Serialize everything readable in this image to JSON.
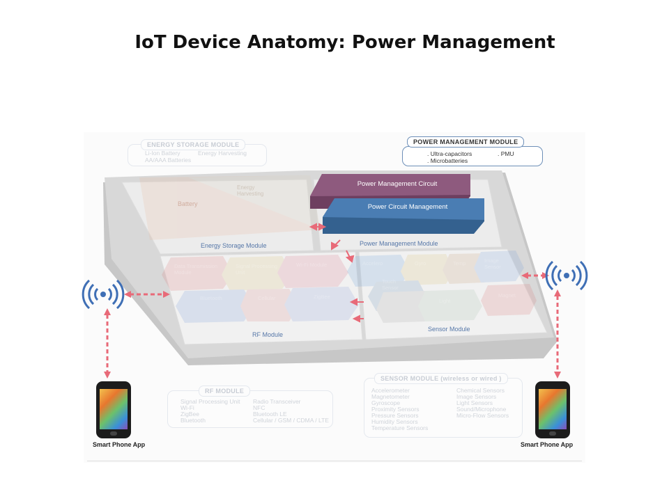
{
  "title": "IoT Device Anatomy: Power Management",
  "energy_storage_legend": {
    "header": "ENERGY STORAGE MODULE",
    "items": [
      "Li-Ion Battery",
      "Energy Harvesting",
      "AA/AAA Batteries"
    ]
  },
  "power_management_legend": {
    "header": "POWER MANAGEMENT MODULE",
    "items": [
      ". Ultra-capacitors",
      ". PMU",
      ". Microbatteries"
    ]
  },
  "board": {
    "energy_storage_module_label": "Energy Storage Module",
    "power_management_module_label": "Power Management Module",
    "rf_module_label": "RF Module",
    "sensor_module_label": "Sensor Module",
    "battery_label": "Battery",
    "energy_harvesting_label": "Energy Harvesting",
    "power_management_circuit_label": "Power Management Circuit",
    "power_circuit_management_label": "Power Circuit Management",
    "rf_blocks": [
      "Data Transmission Module",
      "Signal Processing Unit",
      "Wi-Fi Module",
      "Bluetooth",
      "Cellular",
      "ZigBee"
    ],
    "sensor_blocks": [
      "Accelero",
      "Gyro",
      "Temp",
      "Image Sensor",
      "Touch Sensor",
      "Light",
      "Magnet"
    ]
  },
  "rf_legend": {
    "header": "RF MODULE",
    "items": [
      "Signal Processing Unit",
      "Radio Transceiver",
      "Wi-Fi",
      "Bluetooth",
      "ZigBee",
      "NFC",
      "Bluetooth LE",
      "Cellular / GSM / CDMA / LTE"
    ]
  },
  "sensor_legend": {
    "header": "SENSOR MODULE (wireless or wired )",
    "items": [
      "Accelerometer",
      "Magnetometer",
      "Gyroscope",
      "Proximity Sensors",
      "Pressure Sensors",
      "Humidity Sensors",
      "Temperature Sensors",
      "Chemical Sensors",
      "Image Sensors",
      "Light Sensors",
      "Sound/Microphone",
      "Micro-Flow Sensors"
    ]
  },
  "phone_left_label": "Smart Phone App",
  "phone_right_label": "Smart Phone App",
  "colors": {
    "power_management_circuit": "#8e5a7e",
    "power_circuit_management": "#4a7db3",
    "arrow": "#e86a78",
    "wireless": "#3f6fb5"
  }
}
